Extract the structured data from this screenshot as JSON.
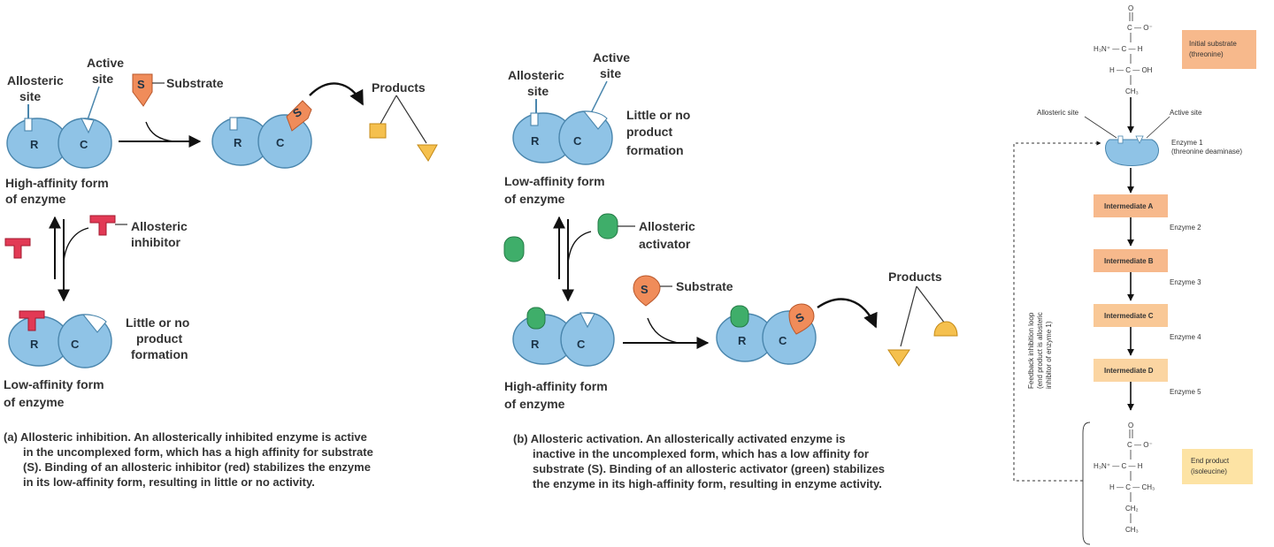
{
  "panel_a": {
    "allosteric_site": [
      "Allosteric",
      "site"
    ],
    "active_site": [
      "Active",
      "site"
    ],
    "substrate": "Substrate",
    "substrate_letter": "S",
    "products": "Products",
    "r": "R",
    "c": "C",
    "high_affinity": [
      "High-affinity form",
      "of enzyme"
    ],
    "inhibitor": [
      "Allosteric",
      "inhibitor"
    ],
    "little": [
      "Little or no",
      "product",
      "formation"
    ],
    "low_affinity": [
      "Low-affinity form",
      "of enzyme"
    ],
    "caption_head": "(a) Allosteric inhibition.",
    "caption_lines": [
      "An allosterically inhibited enzyme is active",
      "in the uncomplexed form, which has a high affinity for substrate",
      "(S). Binding of an allosteric inhibitor (red) stabilizes the enzyme",
      "in its low-affinity form, resulting in little or no activity."
    ]
  },
  "panel_b": {
    "allosteric_site": [
      "Allosteric",
      "site"
    ],
    "active_site": [
      "Active",
      "site"
    ],
    "little": [
      "Little or no",
      "product",
      "formation"
    ],
    "low_affinity": [
      "Low-affinity form",
      "of enzyme"
    ],
    "activator": [
      "Allosteric",
      "activator"
    ],
    "substrate": "Substrate",
    "substrate_letter": "S",
    "products": "Products",
    "r": "R",
    "c": "C",
    "high_affinity": [
      "High-affinity form",
      "of enzyme"
    ],
    "caption_head": "(b) Allosteric activation.",
    "caption_lines": [
      "An allosterically activated enzyme is",
      "inactive in the uncomplexed form, which has a low affinity for",
      "substrate (S).  Binding of an allosteric activator (green) stabilizes",
      "the enzyme in its high-affinity form, resulting in enzyme activity."
    ]
  },
  "panel_c": {
    "initial_substrate": [
      "Initial substrate",
      "(threonine)"
    ],
    "allosteric_site": "Allosteric site",
    "active_site": "Active site",
    "enzyme1": [
      "Enzyme 1",
      "(threonine deaminase)"
    ],
    "intermediates": [
      "Intermediate A",
      "Intermediate B",
      "Intermediate C",
      "Intermediate D"
    ],
    "enzymes": [
      "Enzyme 2",
      "Enzyme 3",
      "Enzyme 4",
      "Enzyme 5"
    ],
    "feedback": [
      "Feedback inhibition loop",
      "(end product is allosteric",
      "inhibitor of enzyme 1)"
    ],
    "end_product": [
      "End product",
      "(isoleucine)"
    ],
    "thr": {
      "o_top": "O",
      "c_o": "C — O⁻",
      "h3n_c_h": "H₃N⁺ — C — H",
      "h_c_oh": "H — C — OH",
      "ch3": "CH₃"
    },
    "ile": {
      "o_top": "O",
      "c_o": "C — O⁻",
      "h3n_c_h": "H₃N⁺ — C — H",
      "h_c_ch3": "H — C — CH₃",
      "ch2": "CH₂",
      "ch3": "CH₃"
    }
  },
  "colors": {
    "enzyme": "#8fc3e6",
    "enzyme_stroke": "#4a86ad",
    "inhibitor": "#e23a55",
    "activator": "#3fae6a",
    "substrate": "#f08c5a",
    "product": "#f5c04e",
    "box_orange": "#f7b98c",
    "box_yellow": "#fde3a4"
  }
}
